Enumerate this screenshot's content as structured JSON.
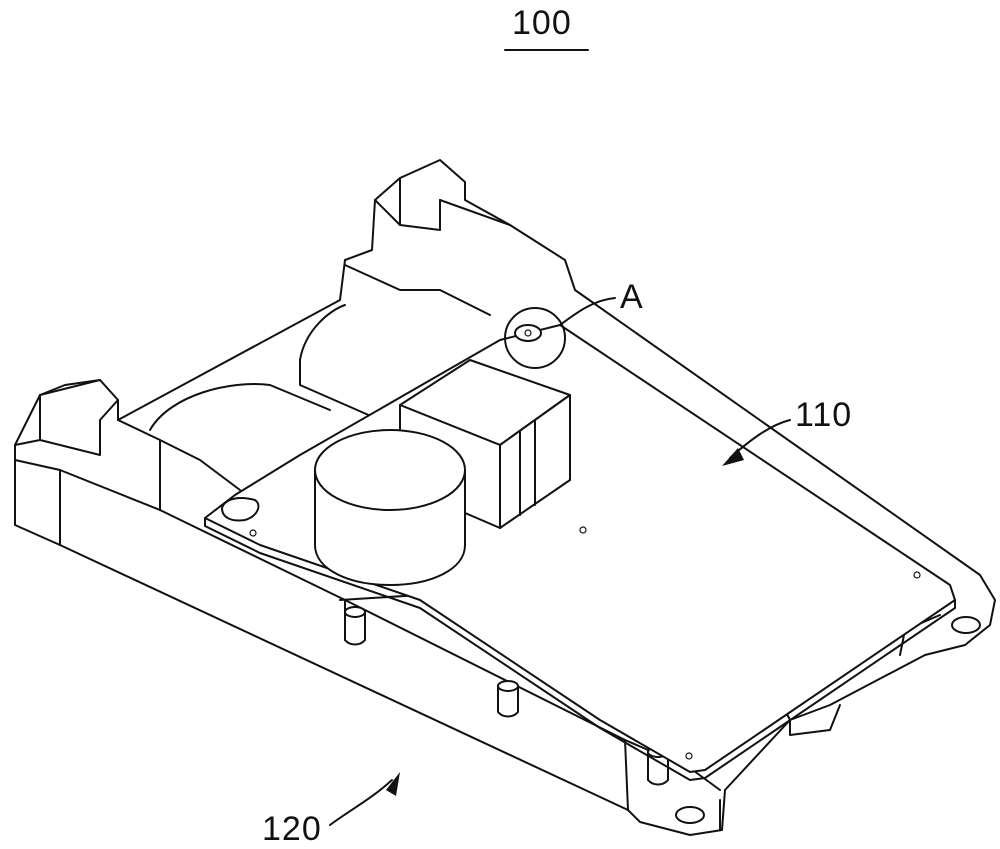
{
  "figure": {
    "title_ref": "100",
    "labels": {
      "detail": "A",
      "circuit_board": "110",
      "housing": "120"
    }
  }
}
